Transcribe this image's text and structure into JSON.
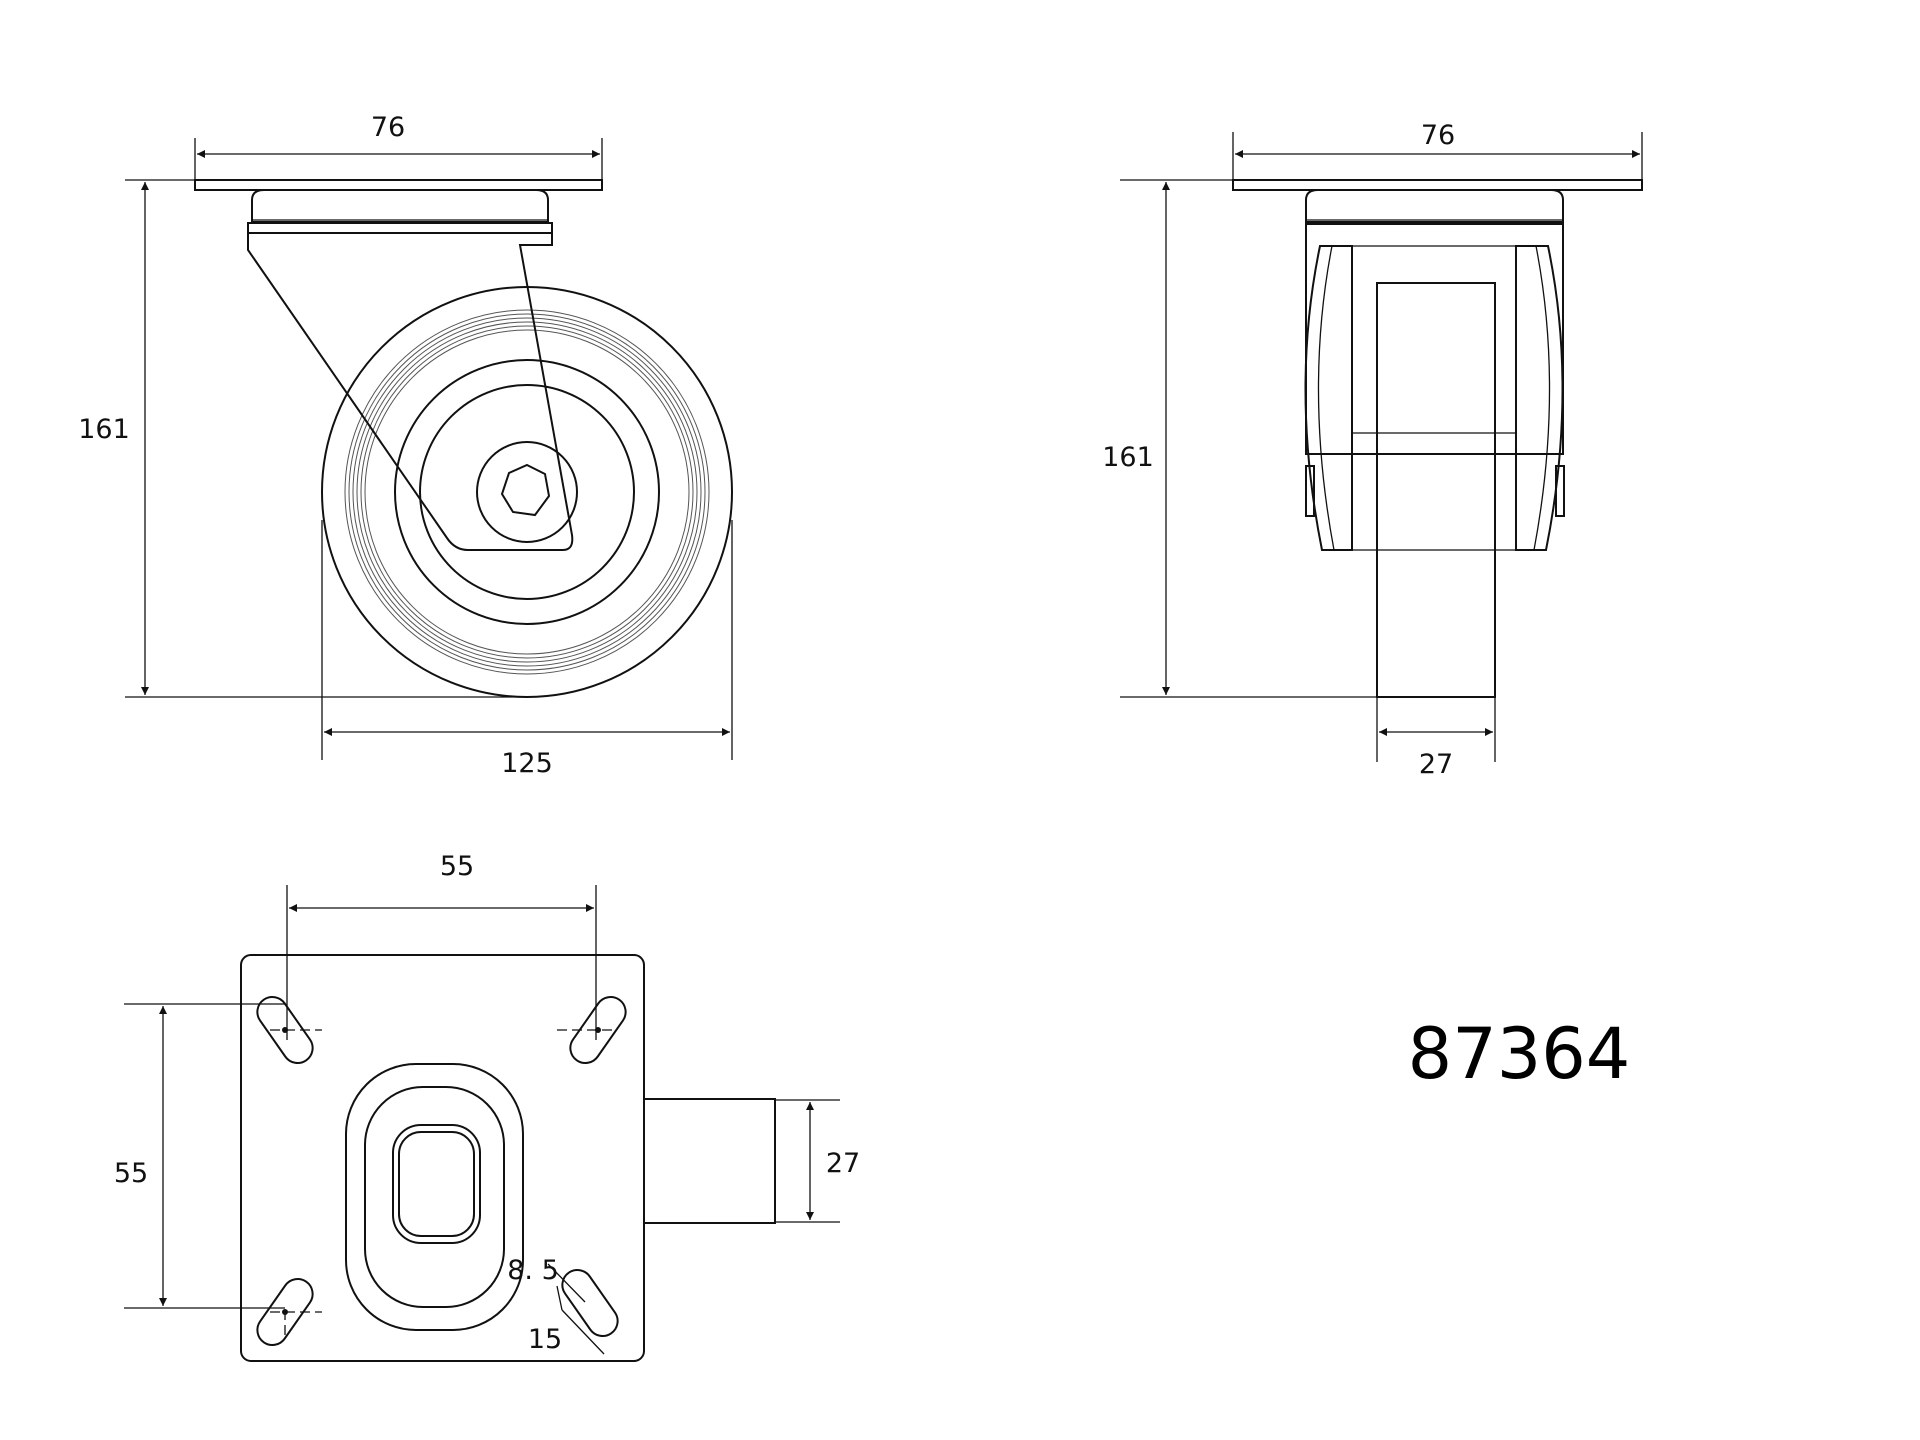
{
  "drawing": {
    "part_number": "87364",
    "side_view": {
      "plate_width": "76",
      "overall_height": "161",
      "wheel_diameter": "125"
    },
    "front_view": {
      "plate_width": "76",
      "overall_height": "161",
      "wheel_width": "27"
    },
    "bottom_view": {
      "hole_spacing_x": "55",
      "hole_spacing_y": "55",
      "wheel_width": "27",
      "slot_width": "8. 5",
      "slot_length": "15"
    }
  },
  "colors": {
    "line": "#111111",
    "background": "#ffffff"
  }
}
